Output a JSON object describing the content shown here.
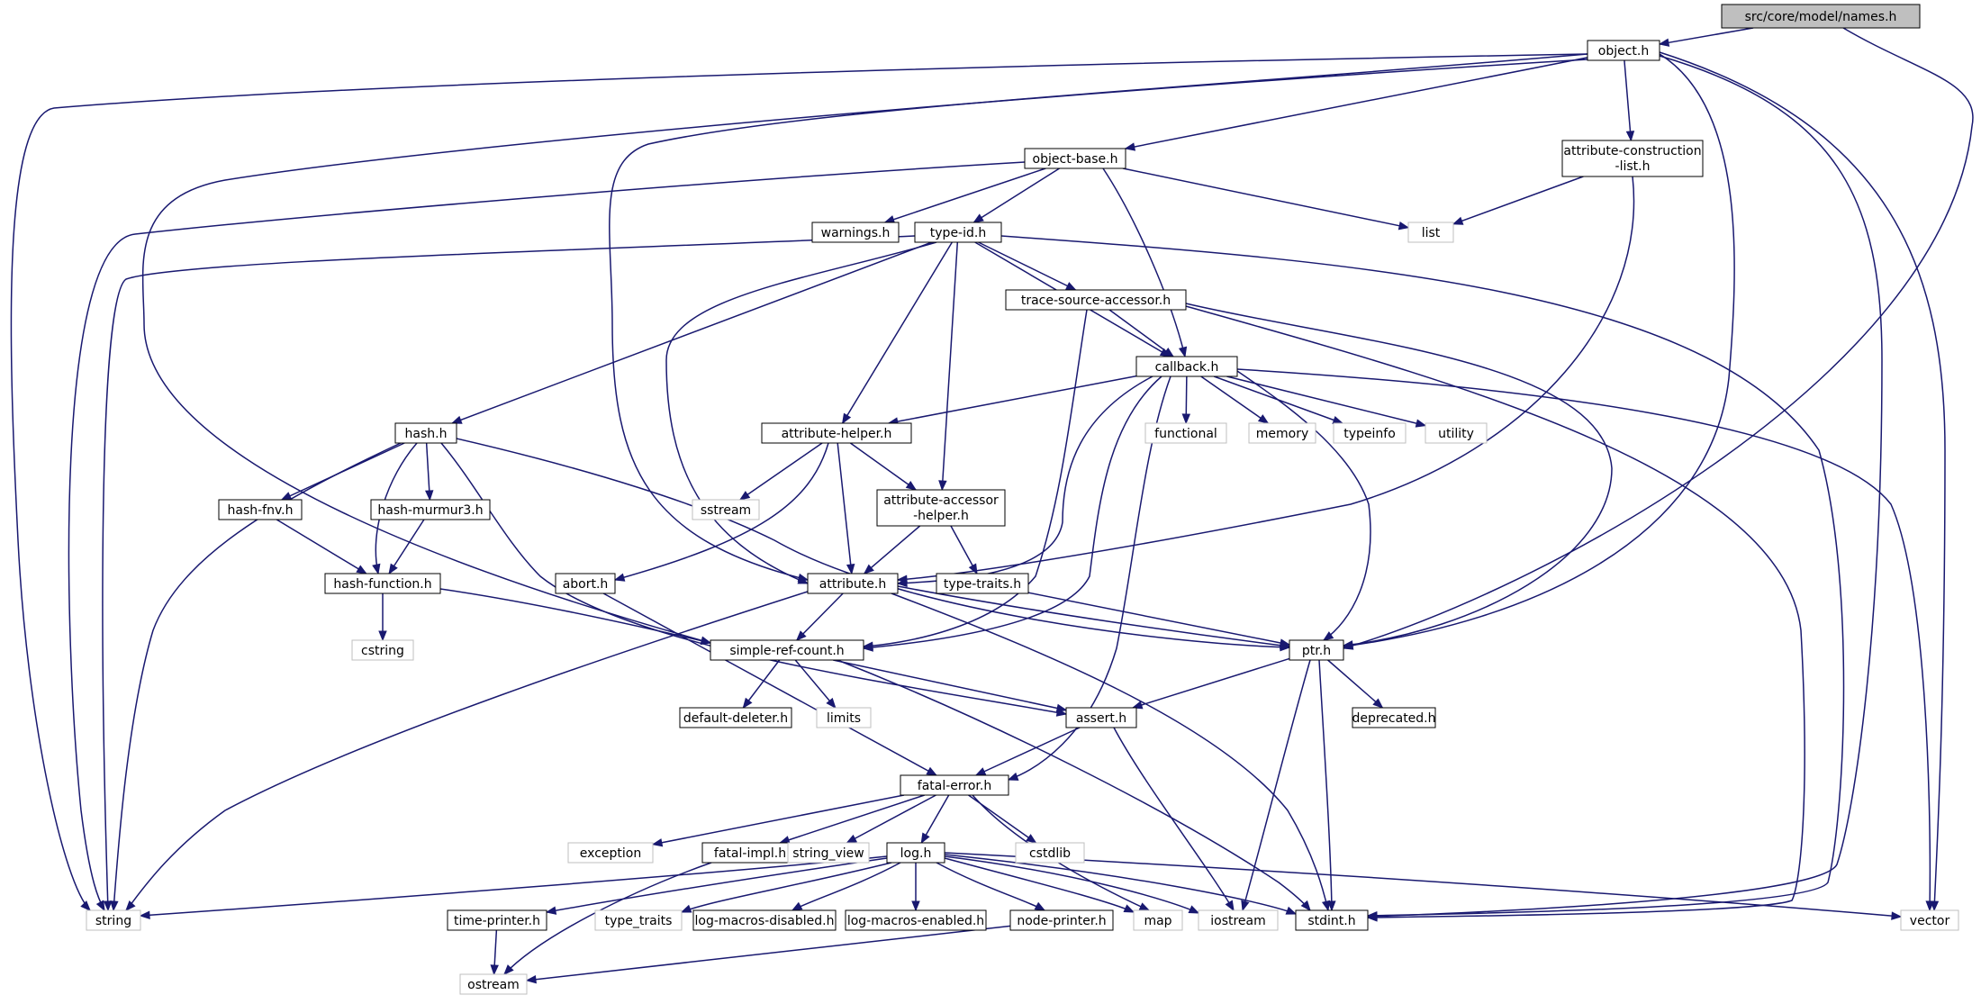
{
  "graph": {
    "colors": {
      "edge": "#191970",
      "root_fill": "#bfbfbf",
      "header_stroke": "#000000",
      "system_stroke": "#bfbfbf",
      "text": "#000000"
    },
    "nodes": [
      {
        "id": "names",
        "label": "src/core/model/names.h",
        "kind": "root"
      },
      {
        "id": "object",
        "label": "object.h",
        "kind": "header"
      },
      {
        "id": "objectbase",
        "label": "object-base.h",
        "kind": "header"
      },
      {
        "id": "acl",
        "label": "attribute-construction",
        "label2": "-list.h",
        "kind": "header"
      },
      {
        "id": "warnings",
        "label": "warnings.h",
        "kind": "header"
      },
      {
        "id": "typeid",
        "label": "type-id.h",
        "kind": "header"
      },
      {
        "id": "list",
        "label": "list",
        "kind": "system"
      },
      {
        "id": "tsa",
        "label": "trace-source-accessor.h",
        "kind": "header"
      },
      {
        "id": "callback",
        "label": "callback.h",
        "kind": "header"
      },
      {
        "id": "hash",
        "label": "hash.h",
        "kind": "header"
      },
      {
        "id": "ahelper",
        "label": "attribute-helper.h",
        "kind": "header"
      },
      {
        "id": "functional",
        "label": "functional",
        "kind": "system"
      },
      {
        "id": "memory",
        "label": "memory",
        "kind": "system"
      },
      {
        "id": "typeinfo",
        "label": "typeinfo",
        "kind": "system"
      },
      {
        "id": "utility",
        "label": "utility",
        "kind": "system"
      },
      {
        "id": "hashfnv",
        "label": "hash-fnv.h",
        "kind": "header"
      },
      {
        "id": "murmur",
        "label": "hash-murmur3.h",
        "kind": "header"
      },
      {
        "id": "sstream",
        "label": "sstream",
        "kind": "system"
      },
      {
        "id": "aah",
        "label": "attribute-accessor",
        "label2": "-helper.h",
        "kind": "header"
      },
      {
        "id": "hashfunc",
        "label": "hash-function.h",
        "kind": "header"
      },
      {
        "id": "abort",
        "label": "abort.h",
        "kind": "header"
      },
      {
        "id": "attribute",
        "label": "attribute.h",
        "kind": "header"
      },
      {
        "id": "typetraitsh",
        "label": "type-traits.h",
        "kind": "header"
      },
      {
        "id": "cstring",
        "label": "cstring",
        "kind": "system"
      },
      {
        "id": "src",
        "label": "simple-ref-count.h",
        "kind": "header"
      },
      {
        "id": "ptr",
        "label": "ptr.h",
        "kind": "header"
      },
      {
        "id": "dd",
        "label": "default-deleter.h",
        "kind": "header"
      },
      {
        "id": "limits",
        "label": "limits",
        "kind": "system"
      },
      {
        "id": "assert",
        "label": "assert.h",
        "kind": "header"
      },
      {
        "id": "deprecated",
        "label": "deprecated.h",
        "kind": "header"
      },
      {
        "id": "fatalerror",
        "label": "fatal-error.h",
        "kind": "header"
      },
      {
        "id": "exception",
        "label": "exception",
        "kind": "system"
      },
      {
        "id": "fatalimpl",
        "label": "fatal-impl.h",
        "kind": "header"
      },
      {
        "id": "stringview",
        "label": "string_view",
        "kind": "system"
      },
      {
        "id": "log",
        "label": "log.h",
        "kind": "header"
      },
      {
        "id": "cstdlib",
        "label": "cstdlib",
        "kind": "system"
      },
      {
        "id": "string1",
        "label": "string",
        "kind": "system"
      },
      {
        "id": "string2",
        "label": "string",
        "kind": "system"
      },
      {
        "id": "string3",
        "label": "string",
        "kind": "system"
      },
      {
        "id": "string4",
        "label": "string",
        "kind": "system"
      },
      {
        "id": "timeprinter",
        "label": "time-printer.h",
        "kind": "header"
      },
      {
        "id": "typetraits",
        "label": "type_traits",
        "kind": "system"
      },
      {
        "id": "lmd",
        "label": "log-macros-disabled.h",
        "kind": "header"
      },
      {
        "id": "lme",
        "label": "log-macros-enabled.h",
        "kind": "header"
      },
      {
        "id": "nodeprinter",
        "label": "node-printer.h",
        "kind": "header"
      },
      {
        "id": "map",
        "label": "map",
        "kind": "system"
      },
      {
        "id": "iostream",
        "label": "iostream",
        "kind": "system"
      },
      {
        "id": "stdint",
        "label": "stdint.h",
        "kind": "header"
      },
      {
        "id": "vector",
        "label": "vector",
        "kind": "system"
      },
      {
        "id": "ostream",
        "label": "ostream",
        "kind": "system"
      }
    ],
    "edges": [
      [
        "names",
        "object"
      ],
      [
        "names",
        "ptr"
      ],
      [
        "object",
        "objectbase"
      ],
      [
        "object",
        "acl"
      ],
      [
        "object",
        "string1"
      ],
      [
        "object",
        "src"
      ],
      [
        "object",
        "attribute"
      ],
      [
        "object",
        "ptr"
      ],
      [
        "object",
        "stdint"
      ],
      [
        "object",
        "vector"
      ],
      [
        "objectbase",
        "warnings"
      ],
      [
        "objectbase",
        "typeid"
      ],
      [
        "objectbase",
        "list"
      ],
      [
        "objectbase",
        "callback"
      ],
      [
        "objectbase",
        "string1"
      ],
      [
        "acl",
        "list"
      ],
      [
        "acl",
        "attribute"
      ],
      [
        "typeid",
        "tsa"
      ],
      [
        "typeid",
        "callback"
      ],
      [
        "typeid",
        "hash"
      ],
      [
        "typeid",
        "ahelper"
      ],
      [
        "typeid",
        "aah"
      ],
      [
        "typeid",
        "attribute"
      ],
      [
        "typeid",
        "string2"
      ],
      [
        "typeid",
        "stdint"
      ],
      [
        "tsa",
        "callback"
      ],
      [
        "tsa",
        "ptr"
      ],
      [
        "tsa",
        "src"
      ],
      [
        "tsa",
        "stdint"
      ],
      [
        "callback",
        "ahelper"
      ],
      [
        "callback",
        "functional"
      ],
      [
        "callback",
        "memory"
      ],
      [
        "callback",
        "typeinfo"
      ],
      [
        "callback",
        "utility"
      ],
      [
        "callback",
        "vector"
      ],
      [
        "callback",
        "attribute"
      ],
      [
        "callback",
        "src"
      ],
      [
        "callback",
        "ptr"
      ],
      [
        "callback",
        "fatalerror"
      ],
      [
        "hash",
        "hashfnv"
      ],
      [
        "hash",
        "murmur"
      ],
      [
        "hash",
        "hashfunc"
      ],
      [
        "hash",
        "string3"
      ],
      [
        "hash",
        "assert"
      ],
      [
        "hash",
        "ptr"
      ],
      [
        "ahelper",
        "sstream"
      ],
      [
        "ahelper",
        "aah"
      ],
      [
        "ahelper",
        "attribute"
      ],
      [
        "ahelper",
        "abort"
      ],
      [
        "aah",
        "attribute"
      ],
      [
        "aah",
        "typetraitsh"
      ],
      [
        "hashfnv",
        "hashfunc"
      ],
      [
        "murmur",
        "hashfunc"
      ],
      [
        "hashfunc",
        "cstring"
      ],
      [
        "hashfunc",
        "src"
      ],
      [
        "abort",
        "fatalerror"
      ],
      [
        "attribute",
        "src"
      ],
      [
        "attribute",
        "ptr"
      ],
      [
        "attribute",
        "string4"
      ],
      [
        "attribute",
        "stdint"
      ],
      [
        "typetraitsh",
        "ptr"
      ],
      [
        "src",
        "dd"
      ],
      [
        "src",
        "limits"
      ],
      [
        "src",
        "assert"
      ],
      [
        "src",
        "stdint"
      ],
      [
        "ptr",
        "assert"
      ],
      [
        "ptr",
        "deprecated"
      ],
      [
        "ptr",
        "iostream"
      ],
      [
        "ptr",
        "stdint"
      ],
      [
        "assert",
        "fatalerror"
      ],
      [
        "assert",
        "iostream"
      ],
      [
        "fatalerror",
        "exception"
      ],
      [
        "fatalerror",
        "fatalimpl"
      ],
      [
        "fatalerror",
        "stringview"
      ],
      [
        "fatalerror",
        "log"
      ],
      [
        "fatalerror",
        "cstdlib"
      ],
      [
        "fatalerror",
        "map"
      ],
      [
        "fatalimpl",
        "ostream"
      ],
      [
        "log",
        "string3"
      ],
      [
        "log",
        "timeprinter"
      ],
      [
        "log",
        "typetraits"
      ],
      [
        "log",
        "lmd"
      ],
      [
        "log",
        "lme"
      ],
      [
        "log",
        "nodeprinter"
      ],
      [
        "log",
        "map"
      ],
      [
        "log",
        "iostream"
      ],
      [
        "log",
        "stdint"
      ],
      [
        "log",
        "vector"
      ],
      [
        "timeprinter",
        "ostream"
      ],
      [
        "nodeprinter",
        "ostream"
      ]
    ]
  }
}
